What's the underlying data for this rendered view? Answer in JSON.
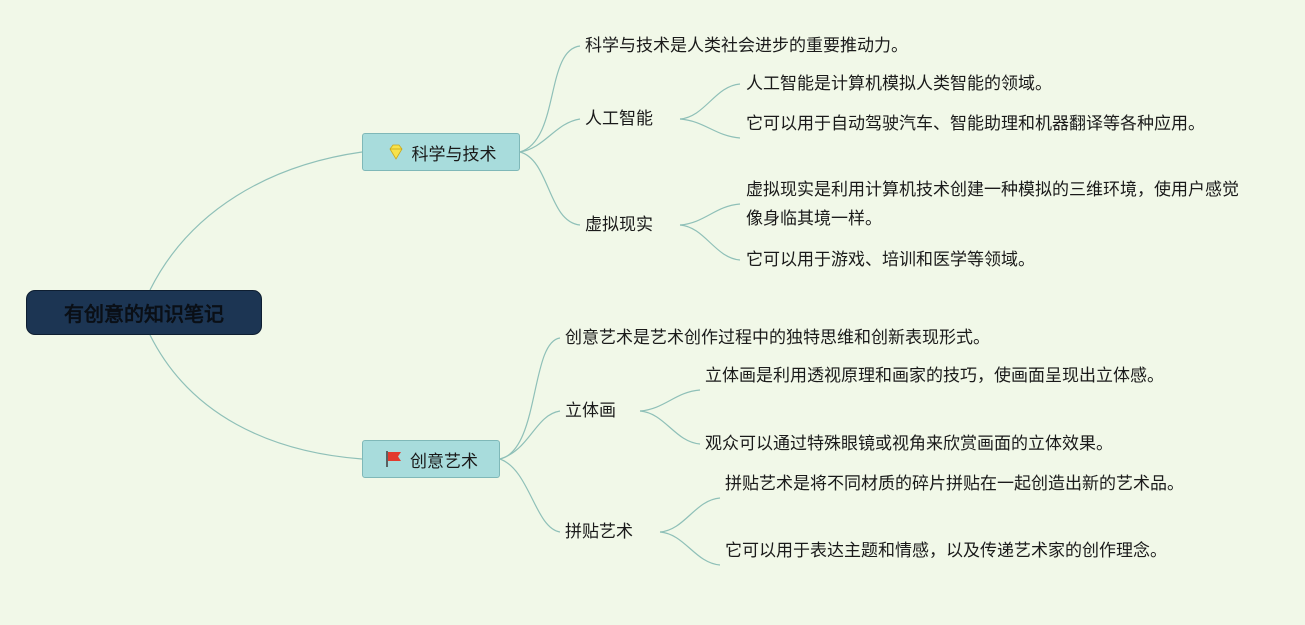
{
  "root": {
    "label": "有创意的知识笔记"
  },
  "branches": [
    {
      "label": "科学与技术",
      "icon": "diamond-icon",
      "note": "科学与技术是人类社会进步的重要推动力。",
      "subs": [
        {
          "label": "人工智能",
          "leaves": [
            "人工智能是计算机模拟人类智能的领域。",
            "它可以用于自动驾驶汽车、智能助理和机器翻译等各种应用。"
          ]
        },
        {
          "label": "虚拟现实",
          "leaves": [
            "虚拟现实是利用计算机技术创建一种模拟的三维环境，使用户感觉像身临其境一样。",
            "它可以用于游戏、培训和医学等领域。"
          ]
        }
      ]
    },
    {
      "label": "创意艺术",
      "icon": "red-flag-icon",
      "note": "创意艺术是艺术创作过程中的独特思维和创新表现形式。",
      "subs": [
        {
          "label": "立体画",
          "leaves": [
            "立体画是利用透视原理和画家的技巧，使画面呈现出立体感。",
            "观众可以通过特殊眼镜或视角来欣赏画面的立体效果。"
          ]
        },
        {
          "label": "拼贴艺术",
          "leaves": [
            "拼贴艺术是将不同材质的碎片拼贴在一起创造出新的艺术品。",
            "它可以用于表达主题和情感，以及传递艺术家的创作理念。"
          ]
        }
      ]
    }
  ],
  "colors": {
    "root_bg": "#1c3553",
    "branch_bg": "#a8dcdc",
    "line": "#8fc0b8",
    "background": "#f1f8e8"
  }
}
